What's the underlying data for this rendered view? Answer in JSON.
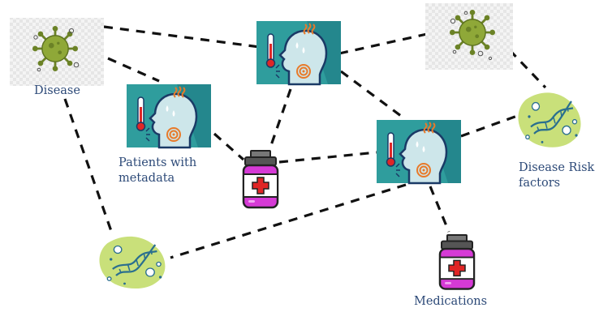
{
  "labels": {
    "disease": "Disease",
    "patients_line1": "Patients with",
    "patients_line2": "metadata",
    "risk_line1": "Disease Risk",
    "risk_line2": "factors",
    "medications": "Medications"
  },
  "colors": {
    "edge": "#111111",
    "label_text": "#2d4a78",
    "patient_tile_bg": "#2f9d9d",
    "patient_tile_shadow": "#1f7f86",
    "patient_head": "#cde6ea",
    "patient_outline": "#1a3a66",
    "heat_waves": "#e87a2a",
    "virus_green": "#8fa838",
    "virus_dark": "#6b8226",
    "dna_blob": "#c9e07a",
    "dna_strand": "#2a6f8f",
    "bottle_cap": "#444444",
    "bottle_body": "#d63ad6",
    "bottle_label": "#ffffff",
    "cross": "#e02626"
  },
  "node_types": {
    "disease": "virus-icon",
    "patient": "patient-fever-icon",
    "medication": "medicine-bottle-icon",
    "risk_factor": "dna-blob-icon"
  }
}
